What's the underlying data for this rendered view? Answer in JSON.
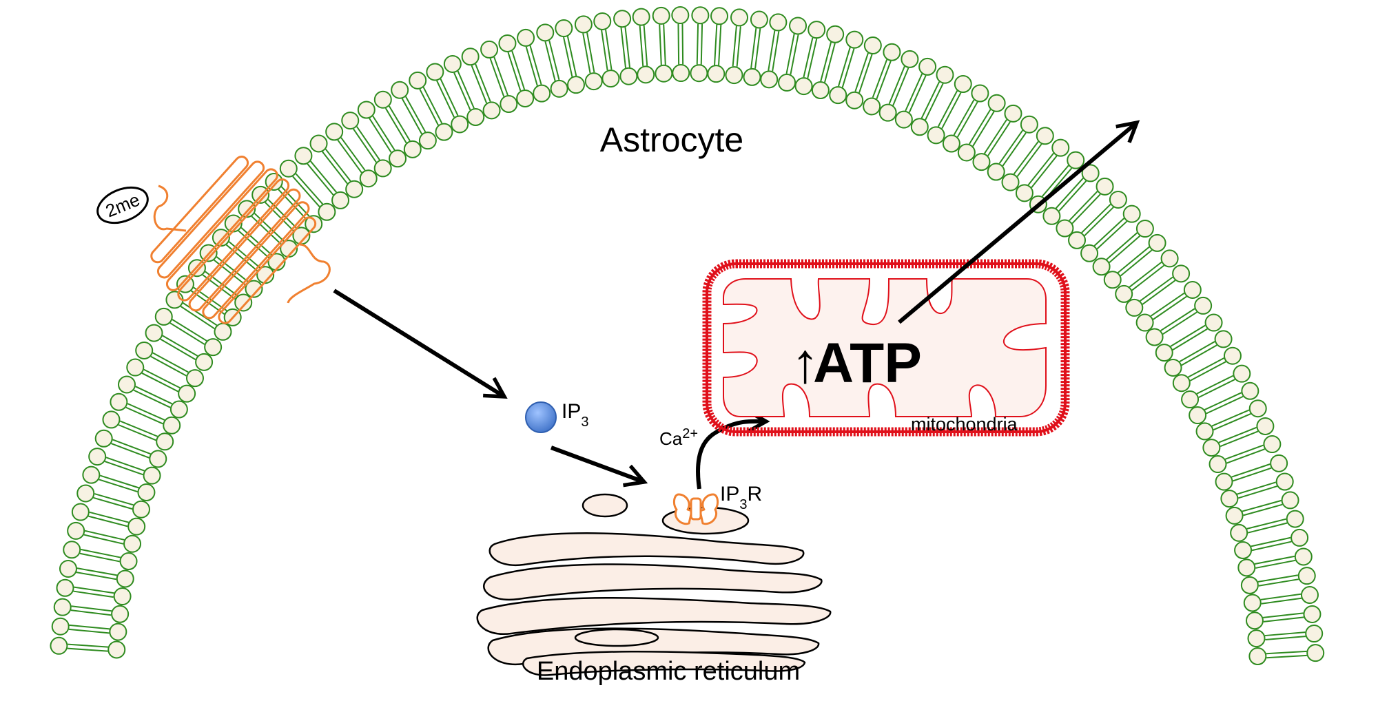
{
  "labels": {
    "cell": "Astrocyte",
    "ligand": "2me",
    "messenger": "IP",
    "messenger_sub": "3",
    "receptor": "IP",
    "receptor_sub": "3",
    "receptor_suffix": "R",
    "ion": "Ca",
    "ion_sup": "2+",
    "up_arrow": "↑",
    "atp": "ATP",
    "organelle_mito": "mitochondria",
    "organelle_er": "Endoplasmic reticulum"
  },
  "colors": {
    "membrane": "#2e8b1f",
    "lipid_head_fill": "#f7f2e3",
    "receptor": "#f08030",
    "er_fill": "#fbeee6",
    "mito_outer": "#e0101a",
    "mito_fill": "#fdf2ee",
    "messenger": "#5b8ee0",
    "arrow": "#000000"
  }
}
